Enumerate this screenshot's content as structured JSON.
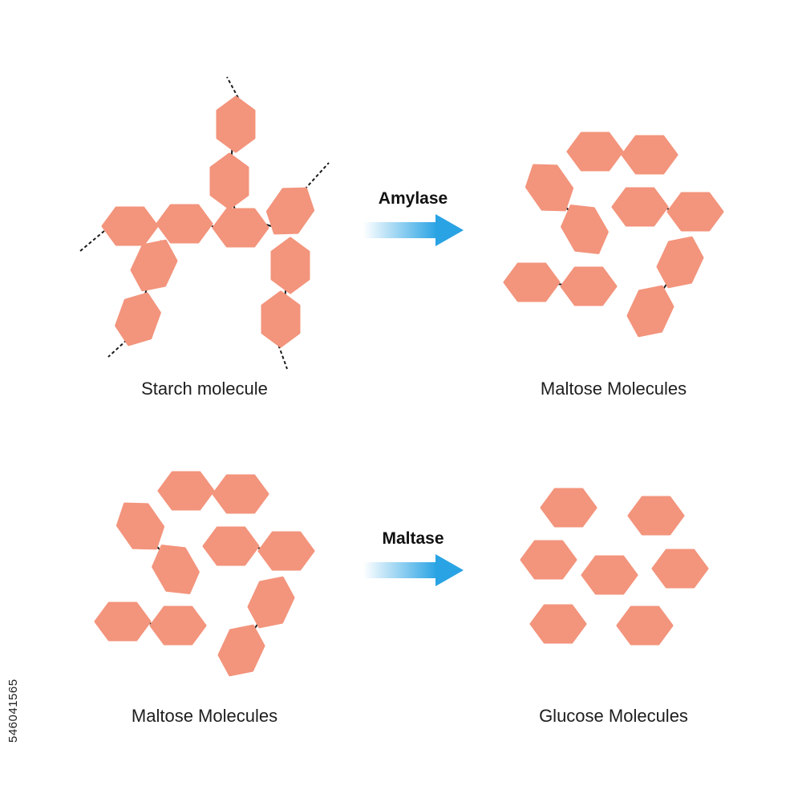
{
  "colors": {
    "molecule_fill": "#F3947C",
    "bond": "#1a1a1a",
    "arrow_start": "#ffffff",
    "arrow_end": "#29A3E4"
  },
  "panels": {
    "starch": {
      "label": "Starch molecule"
    },
    "maltose_top": {
      "label": "Maltose Molecules"
    },
    "maltose_bottom": {
      "label": "Maltose Molecules"
    },
    "glucose": {
      "label": "Glucose Molecules"
    }
  },
  "arrows": {
    "amylase": {
      "label": "Amylase"
    },
    "maltase": {
      "label": "Maltase"
    }
  },
  "stock_id": "546041565"
}
